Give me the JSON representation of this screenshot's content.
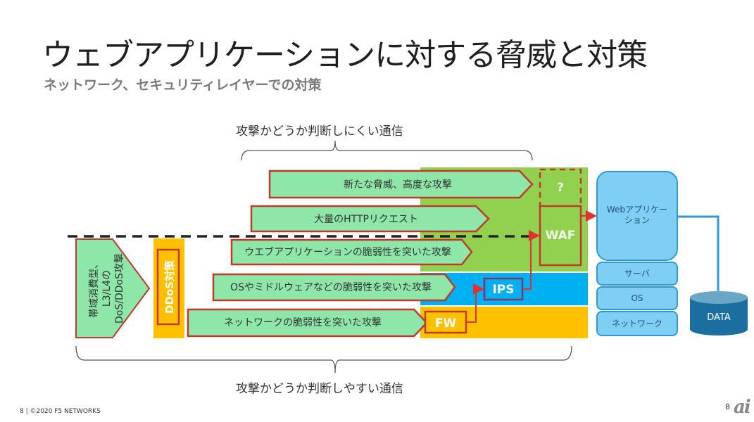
{
  "slide": {
    "title": "ウェブアプリケーションに対する脅威と対策",
    "subtitle": "ネットワーク、セキュリティレイヤーでの対策"
  },
  "brackets": {
    "top_label": "攻撃かどうか判断しにくい通信",
    "bottom_label": "攻撃かどうか判断しやすい通信"
  },
  "attacks": [
    {
      "label": "新たな脅威、高度な攻撃"
    },
    {
      "label": "大量のHTTPリクエスト"
    },
    {
      "label": "ウエブアプリケーションの脆弱性を突いた攻撃"
    },
    {
      "label": "OSやミドルウェアなどの脆弱性を突いた攻撃"
    },
    {
      "label": "ネットワークの脆弱性を突いた攻撃"
    }
  ],
  "ddos_attack": {
    "line1": "帯域消費型、",
    "line2": "L3/L4の",
    "line3": "DoS/DDoS攻撃"
  },
  "ddos_defense": {
    "label": "DDoS対策"
  },
  "defenses": {
    "unknown": "?",
    "waf": "WAF",
    "ips": "IPS",
    "fw": "FW"
  },
  "server_stack": {
    "webapp_line1": "Webアプリケー",
    "webapp_line2": "ション",
    "server": "サーバ",
    "os": "OS",
    "network": "ネットワーク",
    "data": "DATA"
  },
  "colors": {
    "arrow_fill": "#8ee6a9",
    "arrow_border": "#c0392b",
    "layer_green": "#92d050",
    "layer_blue": "#00b0f0",
    "layer_yellow": "#ffc000",
    "stack_fill": "#7fcff5",
    "stack_border": "#2e9ad0",
    "data_fill": "#1a6fa0"
  },
  "footer": {
    "copyright": "8 | ©2020 F5 NETWORKS",
    "page_number": "8",
    "logo": "ai"
  }
}
